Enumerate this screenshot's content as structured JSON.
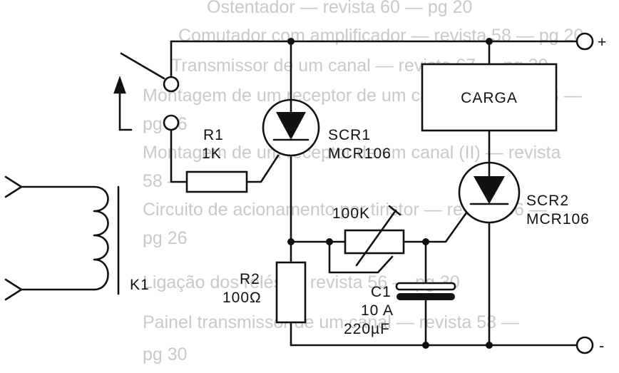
{
  "background_text": [
    "Ostentador — revista 60 — pg 20",
    "Comutador com amplificador — revista 58 — pg 20",
    "Transmissor de um canal — revista 67 — pg 30",
    "Montagem de um receptor de um canal — revista 58 —",
    "pg 26",
    "Montagem de um receptor de um canal (II) — revista",
    "58 — pg 26",
    "Circuito de acionamento por tiristor — revista 56 —",
    "pg 26",
    "Ligação dos relés — revista 56 — pg 30",
    "Painel transmissor de um canal — revista 58 —",
    "pg 30"
  ],
  "terminals": {
    "positive": "+",
    "negative": "-"
  },
  "components": {
    "load": "CARGA",
    "r1": {
      "name": "R1",
      "value": "1K"
    },
    "scr1": {
      "name": "SCR1",
      "part": "MCR106"
    },
    "scr2": {
      "name": "SCR2",
      "part": "MCR106"
    },
    "pot": {
      "value": "100K"
    },
    "r2": {
      "name": "R2",
      "value": "100Ω"
    },
    "c1": {
      "name": "C1",
      "current": "10 A",
      "value": "220µF"
    },
    "relay": {
      "name": "K1"
    }
  },
  "colors": {
    "ink": "#111111",
    "bleed_through": "#c9c9c9",
    "paper": "#ffffff"
  }
}
